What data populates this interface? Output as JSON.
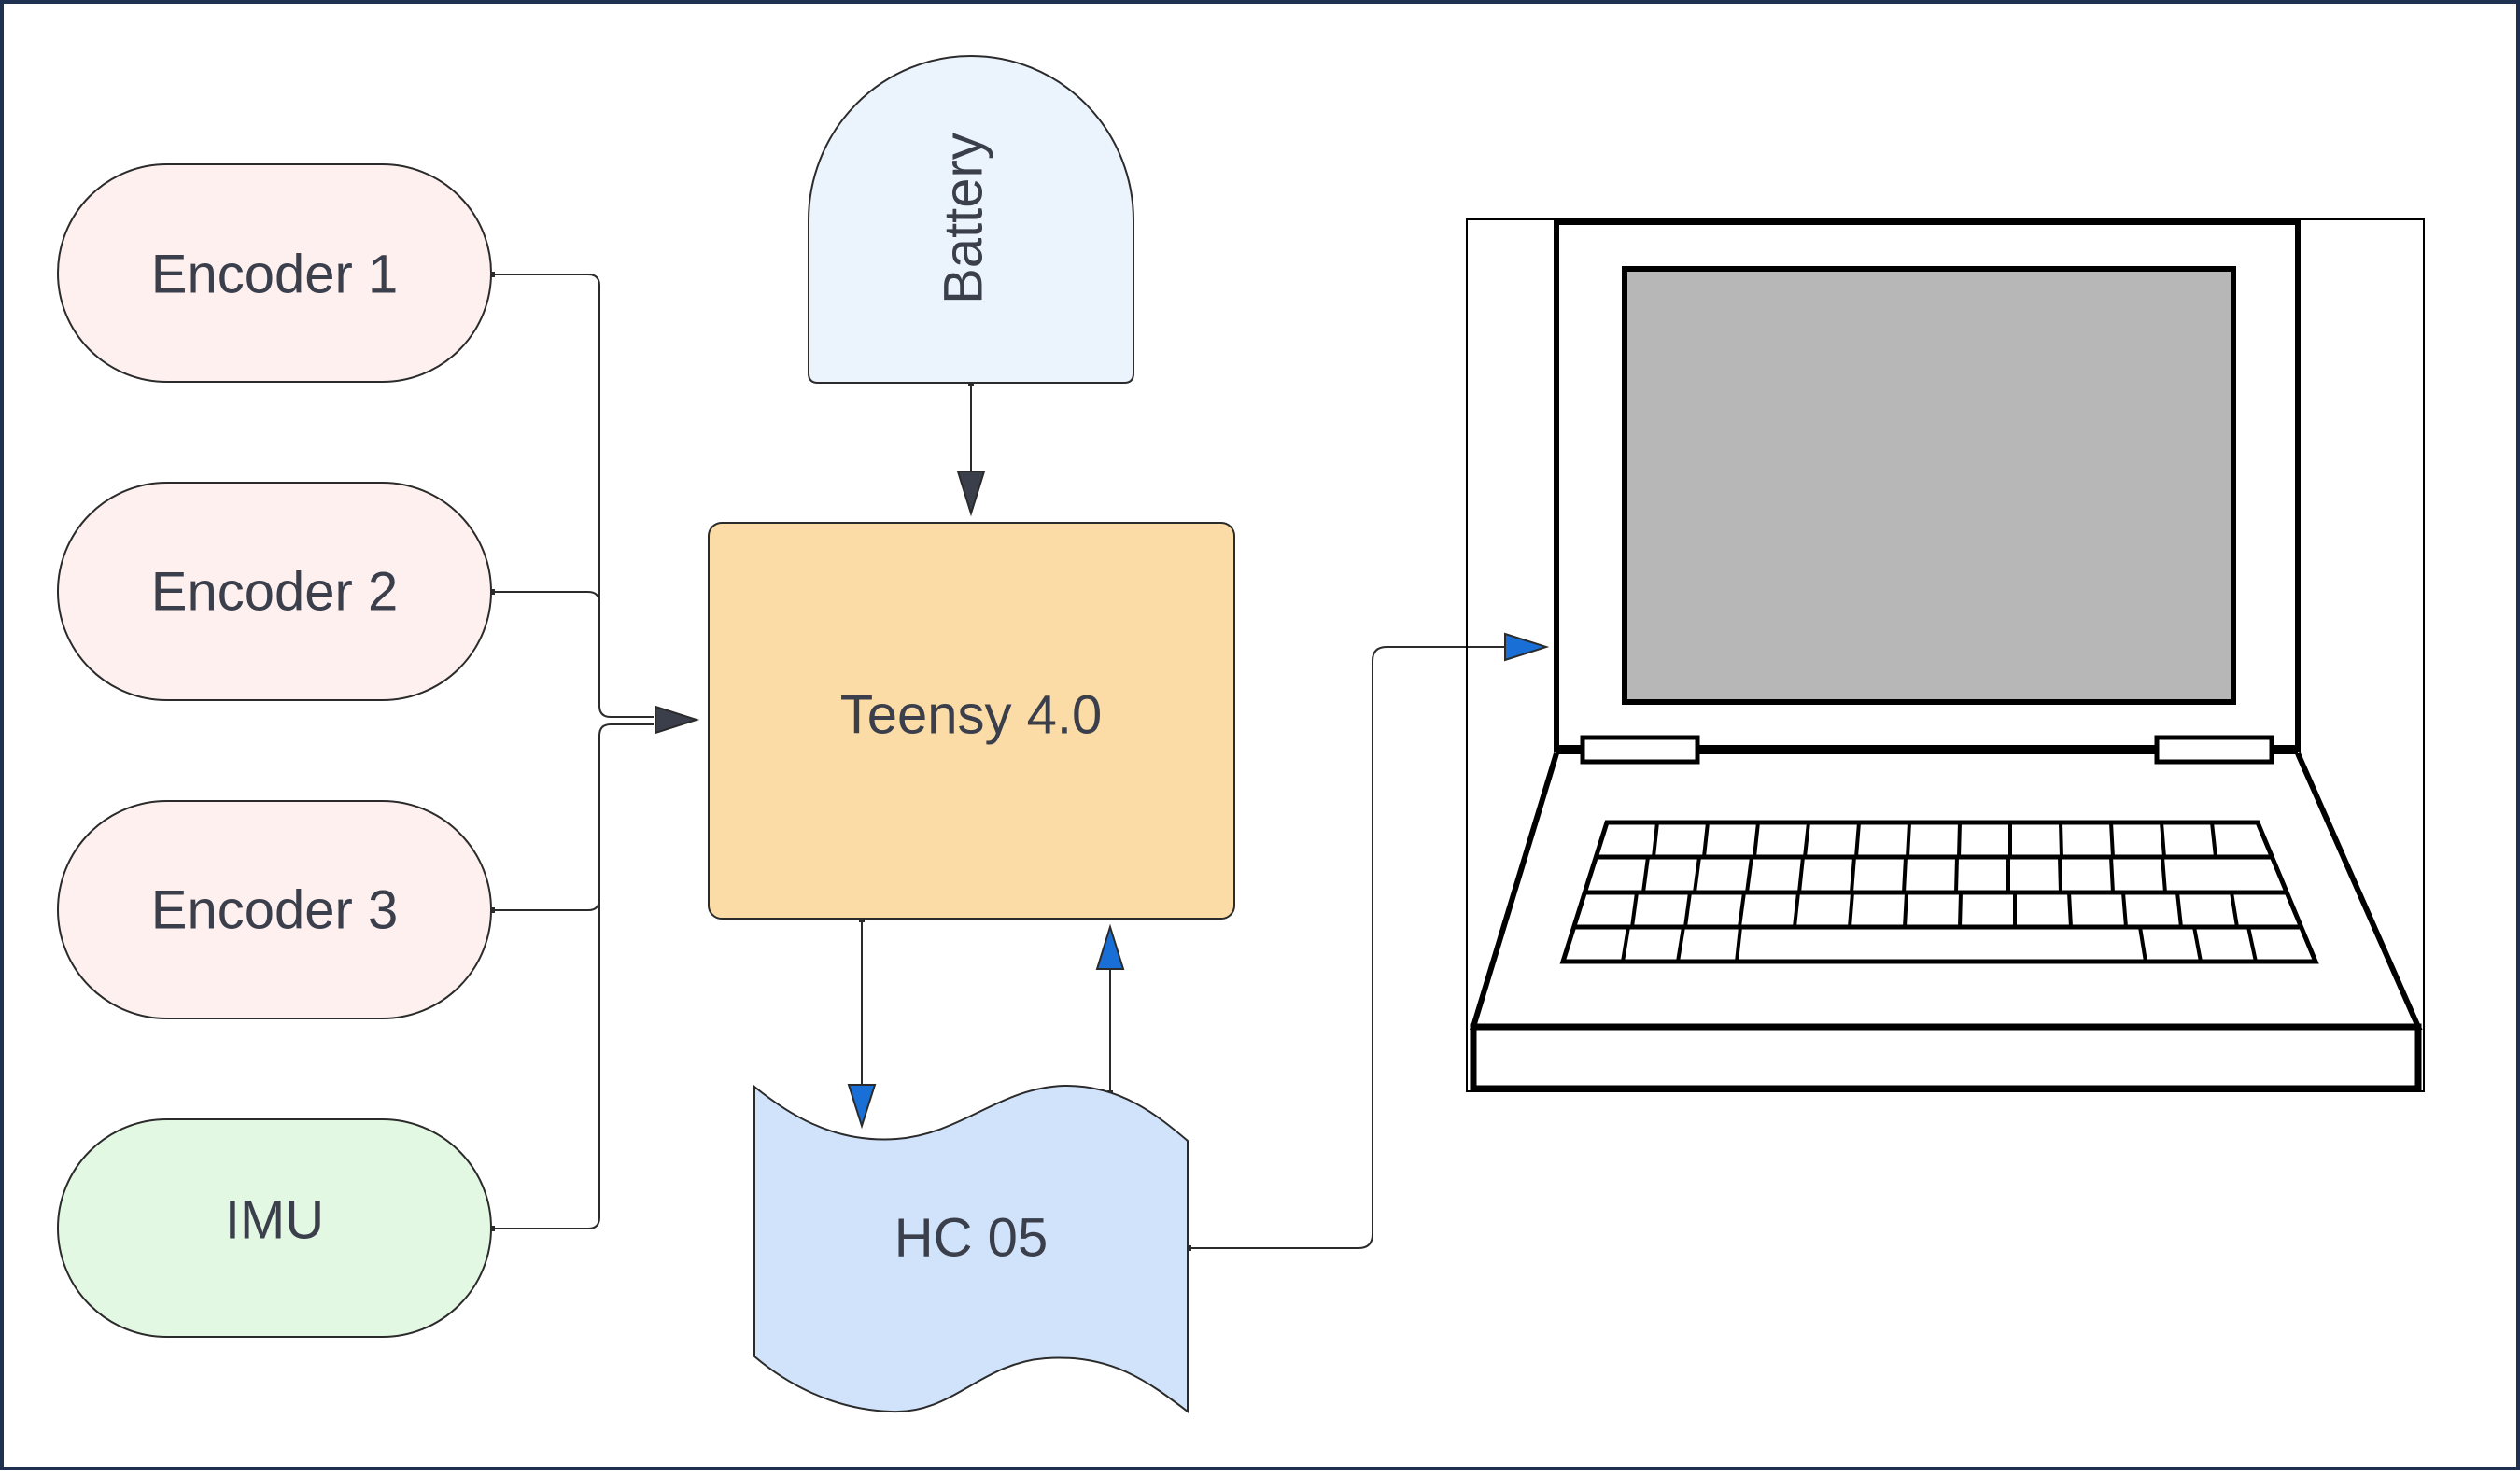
{
  "diagram": {
    "frame_color": "#1e3150",
    "nodes": {
      "encoder1": {
        "label": "Encoder 1",
        "fill": "#fdf0ef",
        "shape": "stadium"
      },
      "encoder2": {
        "label": "Encoder 2",
        "fill": "#fdf0ef",
        "shape": "stadium"
      },
      "encoder3": {
        "label": "Encoder 3",
        "fill": "#fdf0ef",
        "shape": "stadium"
      },
      "imu": {
        "label": "IMU",
        "fill": "#e3f8e2",
        "shape": "stadium"
      },
      "battery": {
        "label": "Battery",
        "fill": "#ebf3fd",
        "shape": "delay"
      },
      "teensy": {
        "label": "Teensy 4.0",
        "fill": "#fbdca6",
        "shape": "rounded-rectangle"
      },
      "hc05": {
        "label": "HC 05",
        "fill": "#d0e3fb",
        "shape": "tape"
      },
      "laptop": {
        "label": "",
        "screen_fill": "#b7b7b7",
        "shape": "laptop-icon"
      }
    },
    "edges": [
      {
        "from": "encoder1",
        "to": "teensy"
      },
      {
        "from": "encoder2",
        "to": "teensy"
      },
      {
        "from": "encoder3",
        "to": "teensy"
      },
      {
        "from": "imu",
        "to": "teensy"
      },
      {
        "from": "battery",
        "to": "teensy"
      },
      {
        "from": "teensy",
        "to": "hc05"
      },
      {
        "from": "hc05",
        "to": "teensy"
      },
      {
        "from": "hc05",
        "to": "laptop"
      }
    ],
    "arrow_colors": {
      "dark": "#3a3f4b",
      "blue": "#1a6fd6"
    }
  }
}
